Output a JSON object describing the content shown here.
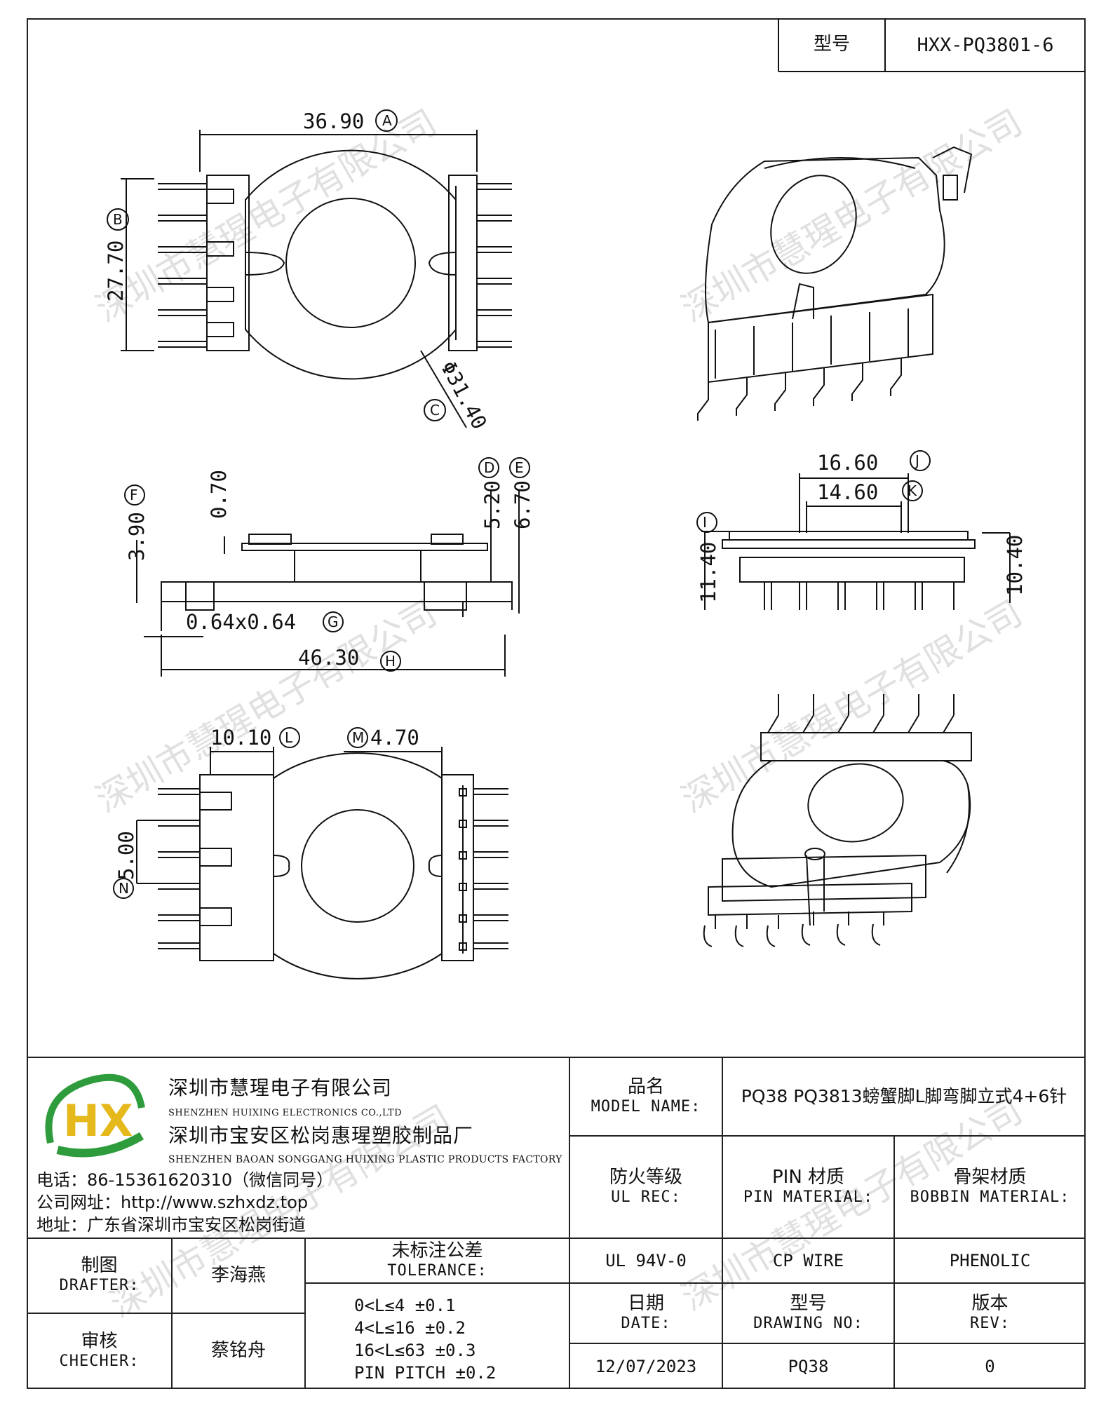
{
  "header": {
    "model_label": "型号",
    "model_value": "HXX-PQ3801-6"
  },
  "watermark": "深圳市慧瑆电子有限公司",
  "dimensions": {
    "a_value": "36.90",
    "a_marker": "A",
    "b_value": "27.70",
    "b_marker": "B",
    "c_value": "Φ31.40",
    "c_marker": "C",
    "d_value": "5.20",
    "d_marker": "D",
    "e_value": "6.70",
    "e_marker": "E",
    "f_value": "3.90",
    "f_marker": "F",
    "g_value": "0.64x0.64",
    "g_marker": "G",
    "h_value": "46.30",
    "h_marker": "H",
    "i_value": "11.40",
    "i_marker": "I",
    "j_value": "16.60",
    "j_marker": "J",
    "k_value": "14.60",
    "k_marker": "K",
    "l_value": "10.10",
    "l_marker": "L",
    "m_value": "4.70",
    "m_marker": "M",
    "n_value": "5.00",
    "n_marker": "N",
    "side_top_value": "0.70",
    "side_right_value": "10.40"
  },
  "company": {
    "logo_text": "HX",
    "name_cn": "深圳市慧瑆电子有限公司",
    "name_en": "SHENZHEN HUIXING ELECTRONICS CO.,LTD",
    "factory_cn": "深圳市宝安区松岗惠瑆塑胶制品厂",
    "factory_en": "SHENZHEN BAOAN SONGGANG HUIXING PLASTIC PRODUCTS FACTORY",
    "phone": "电话：86-15361620310（微信同号）",
    "website": "公司网址：http://www.szhxdz.top",
    "address": "地址：广东省深圳市宝安区松岗街道"
  },
  "title_block": {
    "product_name_label_cn": "品名",
    "product_name_label_en": "MODEL NAME:",
    "product_name_value": "PQ38 PQ3813螃蟹脚L脚弯脚立式4+6针",
    "fire_label_cn": "防火等级",
    "fire_label_en": "UL REC:",
    "fire_value": "UL 94V-0",
    "pin_material_label_cn": "PIN 材质",
    "pin_material_label_en": "PIN MATERIAL:",
    "pin_material_value": "CP WIRE",
    "bobbin_material_label_cn": "骨架材质",
    "bobbin_material_label_en": "BOBBIN MATERIAL:",
    "bobbin_material_value": "PHENOLIC",
    "drafter_label_cn": "制图",
    "drafter_label_en": "DRAFTER:",
    "drafter_value": "李海燕",
    "checker_label_cn": "审核",
    "checker_label_en": "CHECHER:",
    "checker_value": "蔡铭舟",
    "tolerance_label_cn": "未标注公差",
    "tolerance_label_en": "TOLERANCE:",
    "tolerance_lines": [
      "0<L≤4   ±0.1",
      "4<L≤16  ±0.2",
      "16<L≤63  ±0.3",
      "PIN PITCH  ±0.2"
    ],
    "date_label_cn": "日期",
    "date_label_en": "DATE:",
    "date_value": "12/07/2023",
    "drawing_no_label_cn": "型号",
    "drawing_no_label_en": "DRAWING NO:",
    "drawing_no_value": "PQ38",
    "rev_label_cn": "版本",
    "rev_label_en": "REV:",
    "rev_value": "0"
  }
}
